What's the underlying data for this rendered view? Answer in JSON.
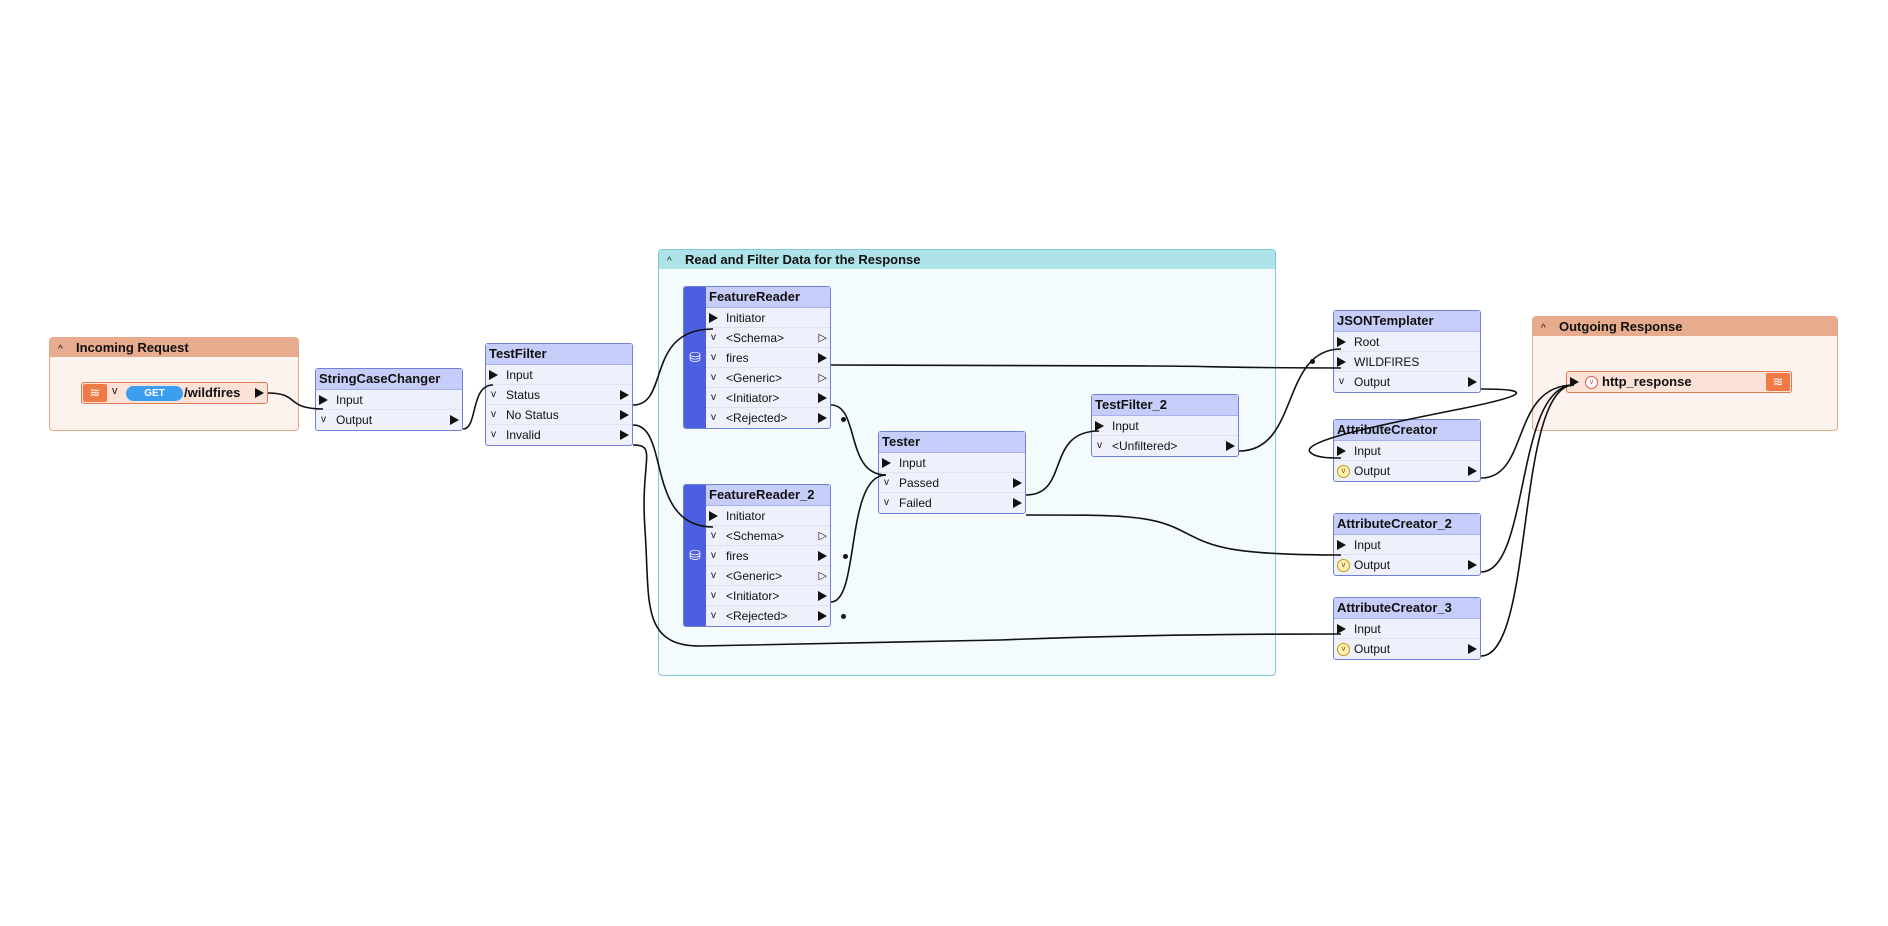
{
  "bookmarks": {
    "incoming": {
      "title": "Incoming Request"
    },
    "filter": {
      "title": "Read and Filter Data for the Response"
    },
    "outgoing": {
      "title": "Outgoing Response"
    }
  },
  "request_node": {
    "method": "GET",
    "path": "/wildfires",
    "icon": "layers-icon"
  },
  "response_node": {
    "label": "http_response",
    "icon": "layers-icon"
  },
  "nodes": {
    "string_case_changer": {
      "title": "StringCaseChanger",
      "ports": [
        "Input",
        "Output"
      ]
    },
    "test_filter": {
      "title": "TestFilter",
      "ports": [
        "Input",
        "Status",
        "No Status",
        "Invalid"
      ]
    },
    "feature_reader": {
      "title": "FeatureReader",
      "ports": [
        "Initiator",
        "<Schema>",
        "fires",
        "<Generic>",
        "<Initiator>",
        "<Rejected>"
      ]
    },
    "feature_reader_2": {
      "title": "FeatureReader_2",
      "ports": [
        "Initiator",
        "<Schema>",
        "fires",
        "<Generic>",
        "<Initiator>",
        "<Rejected>"
      ]
    },
    "tester": {
      "title": "Tester",
      "ports": [
        "Input",
        "Passed",
        "Failed"
      ]
    },
    "test_filter_2": {
      "title": "TestFilter_2",
      "ports": [
        "Input",
        "<Unfiltered>"
      ]
    },
    "json_templater": {
      "title": "JSONTemplater",
      "ports": [
        "Root",
        "WILDFIRES",
        "Output"
      ]
    },
    "attribute_creator": {
      "title": "AttributeCreator",
      "ports": [
        "Input",
        "Output"
      ]
    },
    "attribute_creator_2": {
      "title": "AttributeCreator_2",
      "ports": [
        "Input",
        "Output"
      ]
    },
    "attribute_creator_3": {
      "title": "AttributeCreator_3",
      "ports": [
        "Input",
        "Output"
      ]
    }
  },
  "colors": {
    "node_fill": "#eef0fb",
    "node_title": "#c6cdf8",
    "reader_bar": "#4c5fe0",
    "bookmark_orange": "#e7ab8d",
    "bookmark_teal": "#aee3ea",
    "get_badge": "#3c9ef0"
  }
}
